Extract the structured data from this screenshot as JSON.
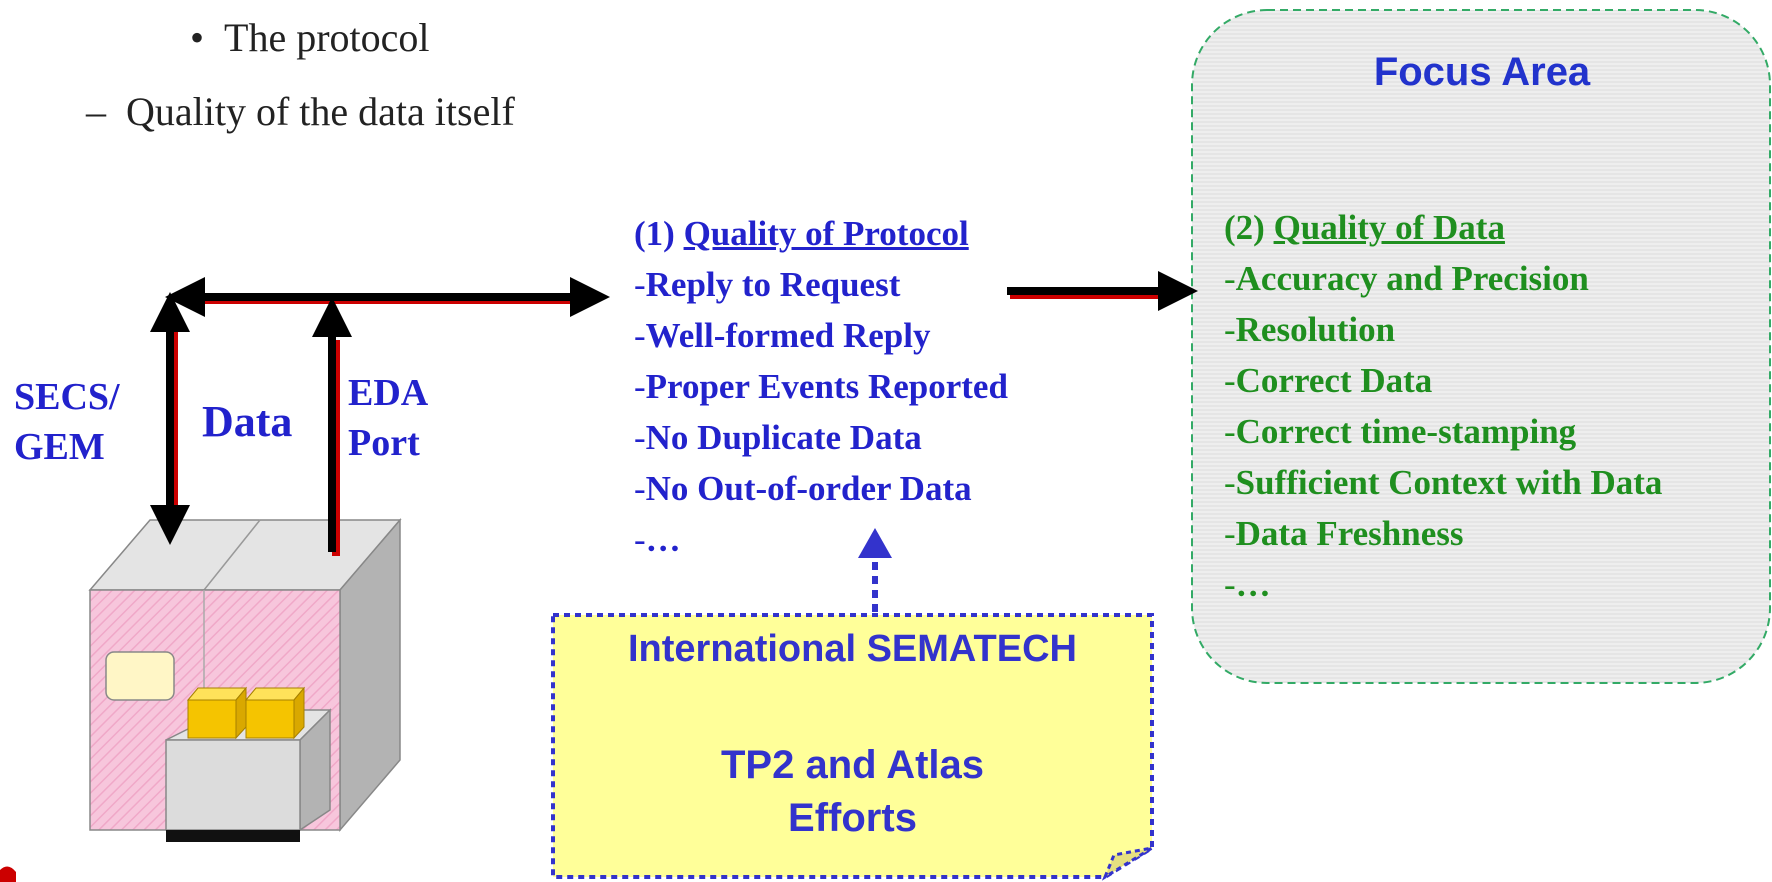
{
  "bullets": {
    "sub_item": "The protocol",
    "item": "Quality of the data itself"
  },
  "labels": {
    "secs_gem": [
      "SECS/",
      "GEM"
    ],
    "data": "Data",
    "eda_port": [
      "EDA",
      "Port"
    ]
  },
  "protocol": {
    "number": "(1) ",
    "title": "Quality of Protocol",
    "items": [
      "Reply to Request",
      "Well-formed Reply",
      "Proper Events Reported",
      "No Duplicate Data",
      "No Out-of-order Data",
      "…"
    ]
  },
  "focus": {
    "title": "Focus Area",
    "number": "(2) ",
    "subtitle": "Quality of Data",
    "items": [
      "Accuracy and Precision",
      "Resolution",
      "Correct Data",
      "Correct time-stamping",
      "Sufficient Context with Data",
      "Data Freshness",
      "…"
    ]
  },
  "note": {
    "line1": "International SEMATECH",
    "line2": "TP2 and Atlas",
    "line3": "Efforts"
  },
  "colors": {
    "blue_text": "#2222cc",
    "green_text": "#1f8f1f",
    "note_fill": "#ffff99",
    "arrow": "#000000",
    "arrow_shadow": "#cc0000"
  }
}
